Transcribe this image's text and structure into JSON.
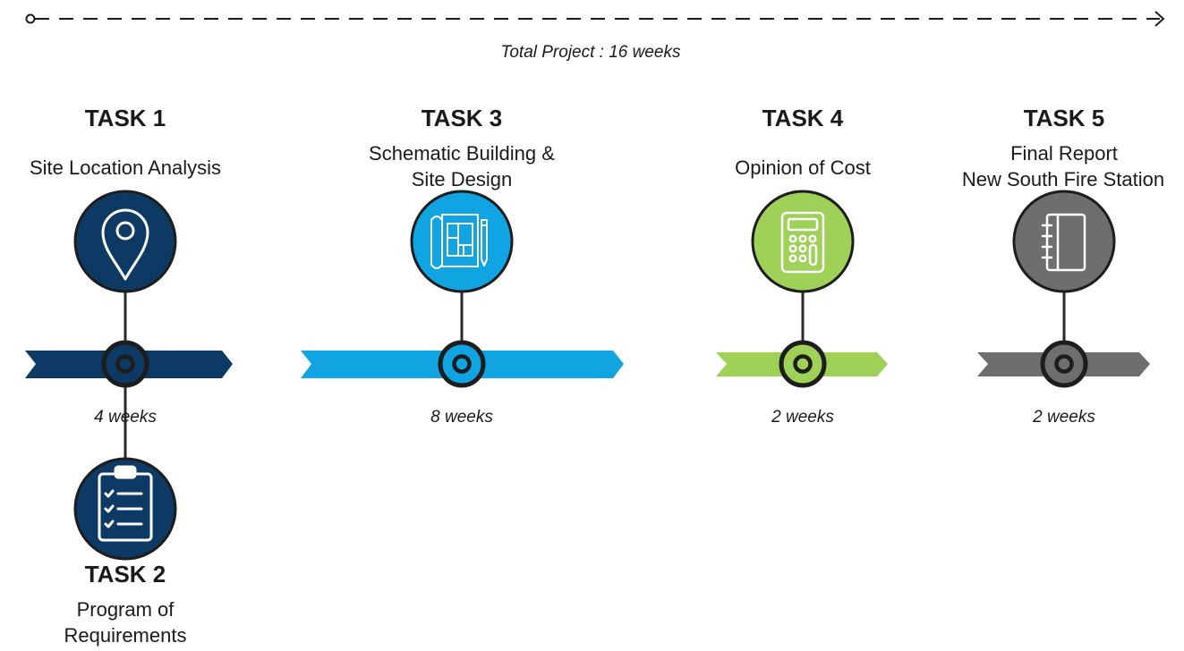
{
  "total_label": "Total Project : 16 weeks",
  "colors": {
    "navy": "#0d3a64",
    "blue": "#10a5e2",
    "green": "#9fd057",
    "gray": "#6d6e70",
    "outline": "#1d1d1d",
    "line": "#2a2a2a"
  },
  "tasks": [
    {
      "title": "TASK 1",
      "desc": [
        "Site Location Analysis"
      ],
      "duration": "4 weeks",
      "icon": "location-pin-icon"
    },
    {
      "title": "TASK 2",
      "desc": [
        "Program of",
        "Requirements"
      ],
      "icon": "clipboard-checklist-icon"
    },
    {
      "title": "TASK 3",
      "desc": [
        "Schematic Building &",
        "Site Design"
      ],
      "duration": "8 weeks",
      "icon": "blueprint-icon"
    },
    {
      "title": "TASK 4",
      "desc": [
        "Opinion of Cost"
      ],
      "duration": "2 weeks",
      "icon": "calculator-icon"
    },
    {
      "title": "TASK 5",
      "desc": [
        "Final Report",
        "New South Fire Station"
      ],
      "duration": "2 weeks",
      "icon": "notebook-icon"
    }
  ]
}
